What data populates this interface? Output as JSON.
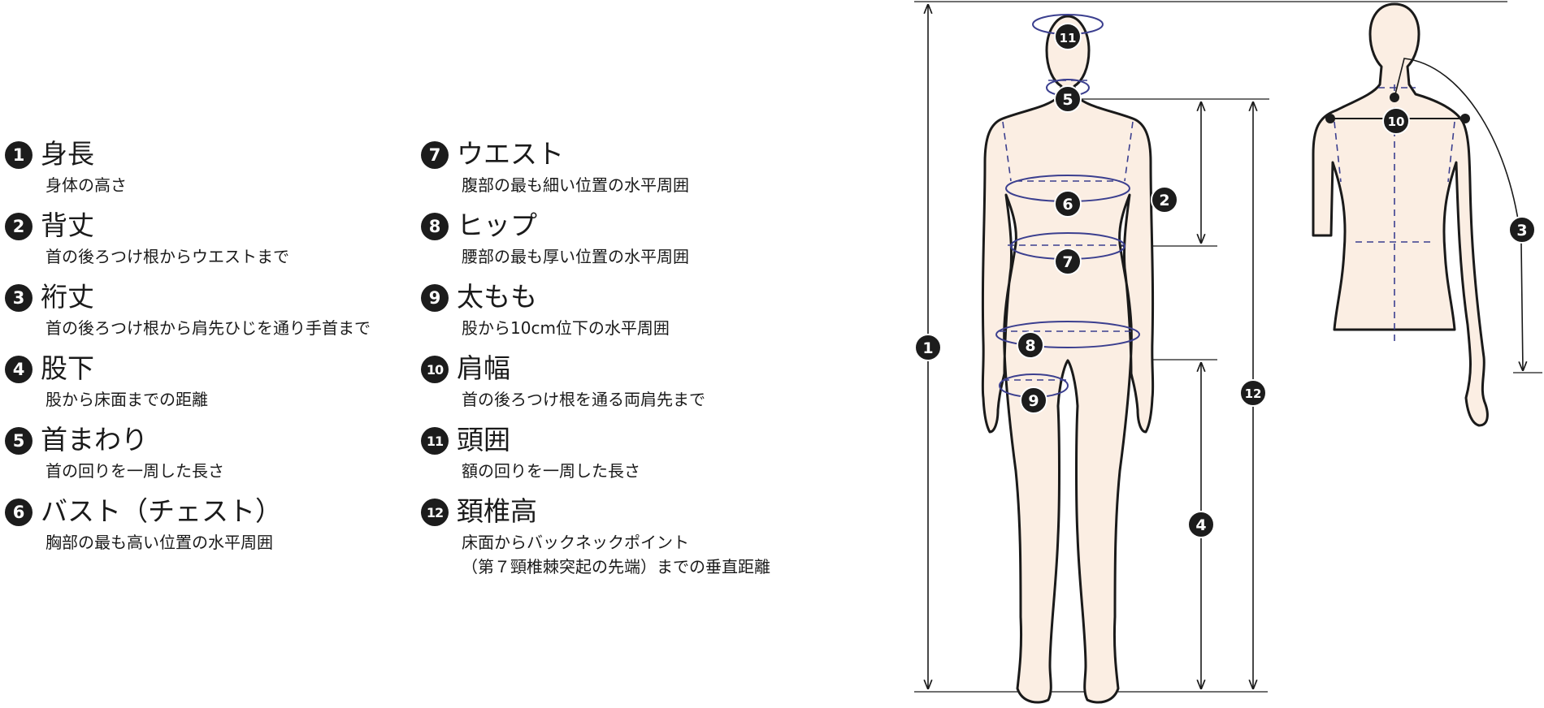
{
  "items": [
    {
      "num": "1",
      "title": "身長",
      "desc": "身体の高さ"
    },
    {
      "num": "2",
      "title": "背丈",
      "desc": "首の後ろつけ根からウエストまで"
    },
    {
      "num": "3",
      "title": "裄丈",
      "desc": "首の後ろつけ根から肩先ひじを通り手首まで"
    },
    {
      "num": "4",
      "title": "股下",
      "desc": "股から床面までの距離"
    },
    {
      "num": "5",
      "title": "首まわり",
      "desc": "首の回りを一周した長さ"
    },
    {
      "num": "6",
      "title": "バスト（チェスト）",
      "desc": "胸部の最も高い位置の水平周囲"
    },
    {
      "num": "7",
      "title": "ウエスト",
      "desc": "腹部の最も細い位置の水平周囲"
    },
    {
      "num": "8",
      "title": "ヒップ",
      "desc": "腰部の最も厚い位置の水平周囲"
    },
    {
      "num": "9",
      "title": "太もも",
      "desc": "股から10cm位下の水平周囲"
    },
    {
      "num": "10",
      "title": "肩幅",
      "desc": "首の後ろつけ根を通る両肩先まで"
    },
    {
      "num": "11",
      "title": "頭囲",
      "desc": "額の回りを一周した長さ"
    },
    {
      "num": "12",
      "title": "頚椎高",
      "desc": "床面からバックネックポイント",
      "desc2": "（第７頸椎棘突起の先端）までの垂直距離"
    }
  ],
  "colors": {
    "body_fill": "#fbeee3",
    "outline": "#1a1a1a",
    "measure_line": "#3b3f8f",
    "marker": "#1c1c1c"
  }
}
